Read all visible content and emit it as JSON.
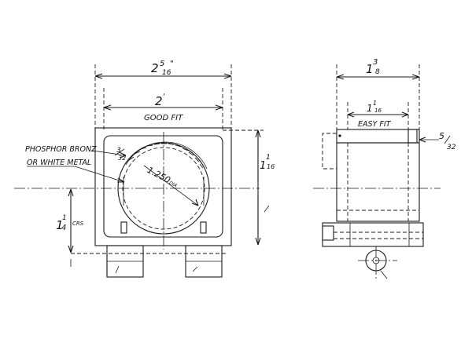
{
  "front_view": {
    "overall_width": {
      "whole": "2",
      "num": "5",
      "den": "16",
      "mark": "\""
    },
    "inner_width": {
      "value": "2",
      "mark": "'"
    },
    "fit_note": "GOOD FIT",
    "material_note_line1": "PHOSPHOR BRONZ",
    "material_note_line2": "OR WHITE METAL",
    "wall_thickness": {
      "num": "3",
      "den": "32"
    },
    "bore_diameter": "1.250",
    "bore_suffix": "DIA",
    "height": {
      "whole": "1",
      "num": "1",
      "den": "16"
    },
    "centers": {
      "whole": "1",
      "num": "1",
      "den": "4",
      "suffix": "CRS"
    }
  },
  "side_view": {
    "overall_width": {
      "whole": "1",
      "num": "3",
      "den": "8"
    },
    "inner_width": {
      "whole": "1",
      "num": "1",
      "den": "16"
    },
    "fit_note": "EASY FIT",
    "flange": {
      "num": "5",
      "den": "32"
    }
  }
}
